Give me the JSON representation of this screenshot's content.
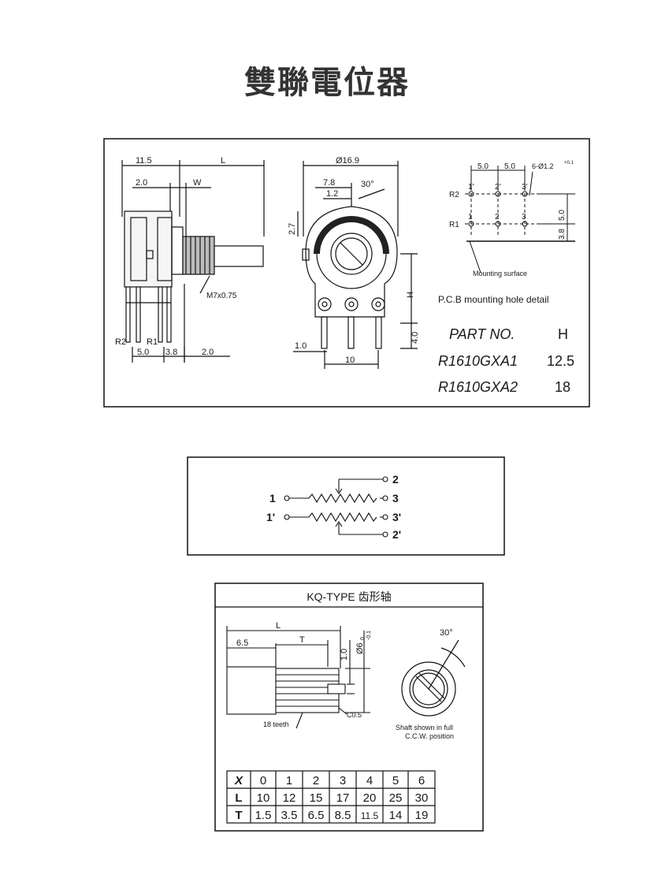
{
  "page": {
    "title": "雙聯電位器"
  },
  "spec": {
    "side": {
      "dim_11_5": "11.5",
      "dim_L": "L",
      "dim_2_0_top": "2.0",
      "dim_W": "W",
      "thread": "M7x0.75",
      "r2": "R2",
      "r1": "R1",
      "dim_5_0": "5.0",
      "dim_3_8": "3.8",
      "dim_2_0_bottom": "2.0"
    },
    "front": {
      "dia": "Ø16.9",
      "dim_7_8": "7.8",
      "angle": "30°",
      "dim_1_2": "1.2",
      "dim_2_7": "2.7",
      "dim_H": "H",
      "dim_4_0": "4.0",
      "dim_1_0": "1.0",
      "dim_10": "10"
    },
    "pcb": {
      "dim_5_0a": "5.0",
      "dim_5_0b": "5.0",
      "holes": "6-Ø1.2",
      "tol": "+0.1",
      "r2": "R2",
      "r1": "R1",
      "p1p": "1'",
      "p2p": "2'",
      "p3p": "3'",
      "p1": "1",
      "p2": "2",
      "p3": "3",
      "v5_0": "5.0",
      "v3_8": "3.8",
      "mounting": "Mounting surface",
      "caption": "P.C.B mounting hole detail"
    },
    "parts": {
      "header_part": "PART NO.",
      "header_h": "H",
      "rows": [
        {
          "part": "R1610GXA1",
          "h": "12.5"
        },
        {
          "part": "R1610GXA2",
          "h": "18"
        }
      ]
    }
  },
  "schematic": {
    "t1": "1",
    "t1p": "1'",
    "t2": "2",
    "t3": "3",
    "t3p": "3'",
    "t2p": "2'"
  },
  "shaft": {
    "title": "KQ-TYPE 齿形轴",
    "dim_L": "L",
    "dim_6_5": "6.5",
    "dim_T": "T",
    "dim_1_0": "1.0",
    "dia": "Ø6",
    "dia_tol": "-0.1",
    "dia_tol0": "0",
    "c05": "C0.5",
    "teeth": "18 teeth",
    "angle": "30°",
    "note1": "Shaft shown in full",
    "note2": "C.C.W. position",
    "table": {
      "labels": [
        "X",
        "L",
        "T"
      ],
      "x": [
        "0",
        "1",
        "2",
        "3",
        "4",
        "5",
        "6"
      ],
      "l": [
        "10",
        "12",
        "15",
        "17",
        "20",
        "25",
        "30"
      ],
      "t": [
        "1.5",
        "3.5",
        "6.5",
        "8.5",
        "11.5",
        "14",
        "19"
      ]
    }
  }
}
